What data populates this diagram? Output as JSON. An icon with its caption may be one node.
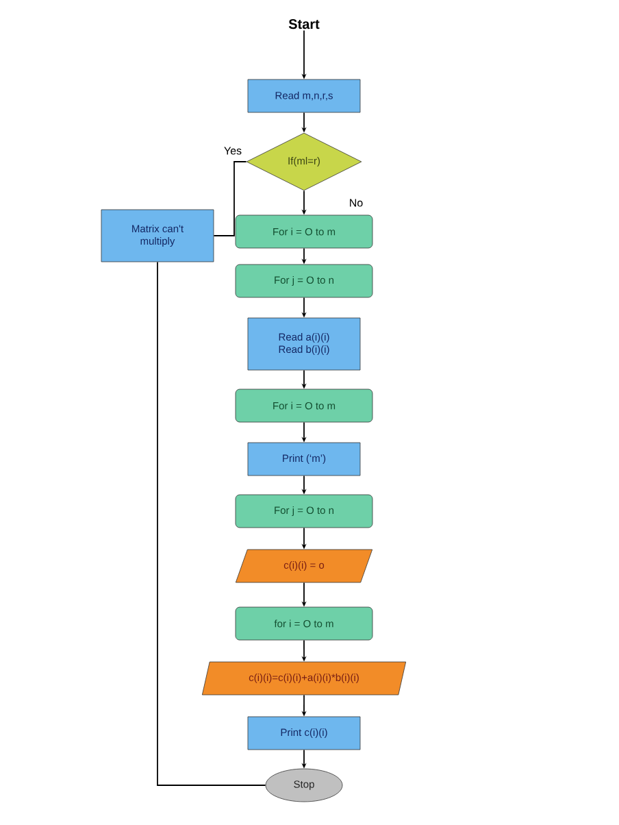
{
  "diagram": {
    "nodes": [
      {
        "text": [
          "Start"
        ]
      },
      {
        "text": [
          "Read m,n,r,s"
        ]
      },
      {
        "text": [
          "If(ml=r)"
        ]
      },
      {
        "text": [
          "Matrix can't multiply"
        ]
      },
      {
        "text": [
          "For i = O to m"
        ]
      },
      {
        "text": [
          "For j = O to n"
        ]
      },
      {
        "text": [
          "Read a(i)(i) Read b(i)(i)"
        ]
      },
      {
        "text": [
          "For i = O to m"
        ]
      },
      {
        "text": [
          "Print (‘m’)"
        ]
      },
      {
        "text": [
          "For j = O to n"
        ]
      },
      {
        "text": [
          "c(i)(i) = o"
        ]
      },
      {
        "text": [
          "for i  = O to m"
        ]
      },
      {
        "text": [
          "c(i)(i)=c(i)(i)+a(i)(i)*b(i)(i)"
        ]
      },
      {
        "text": [
          "Print c(i)(i)"
        ]
      },
      {
        "text": [
          "Stop"
        ]
      }
    ],
    "edges": [
      {
        "from": 0,
        "to": 1,
        "arrow": "to"
      },
      {
        "from": 1,
        "to": 2,
        "arrow": "to"
      },
      {
        "from": 2,
        "to": 4,
        "arrow": "to",
        "label": "No"
      },
      {
        "from": 2,
        "to": 3,
        "arrow": "none",
        "label": "Yes"
      },
      {
        "from": 4,
        "to": 5,
        "arrow": "to"
      },
      {
        "from": 5,
        "to": 6,
        "arrow": "to"
      },
      {
        "from": 6,
        "to": 7,
        "arrow": "to"
      },
      {
        "from": 7,
        "to": 8,
        "arrow": "to"
      },
      {
        "from": 8,
        "to": 9,
        "arrow": "to"
      },
      {
        "from": 9,
        "to": 10,
        "arrow": "to"
      },
      {
        "from": 10,
        "to": 11,
        "arrow": "to"
      },
      {
        "from": 11,
        "to": 12,
        "arrow": "to"
      },
      {
        "from": 12,
        "to": 13,
        "arrow": "to"
      },
      {
        "from": 13,
        "to": 14,
        "arrow": "to"
      },
      {
        "from": 3,
        "to": 14,
        "arrow": "none"
      }
    ]
  }
}
